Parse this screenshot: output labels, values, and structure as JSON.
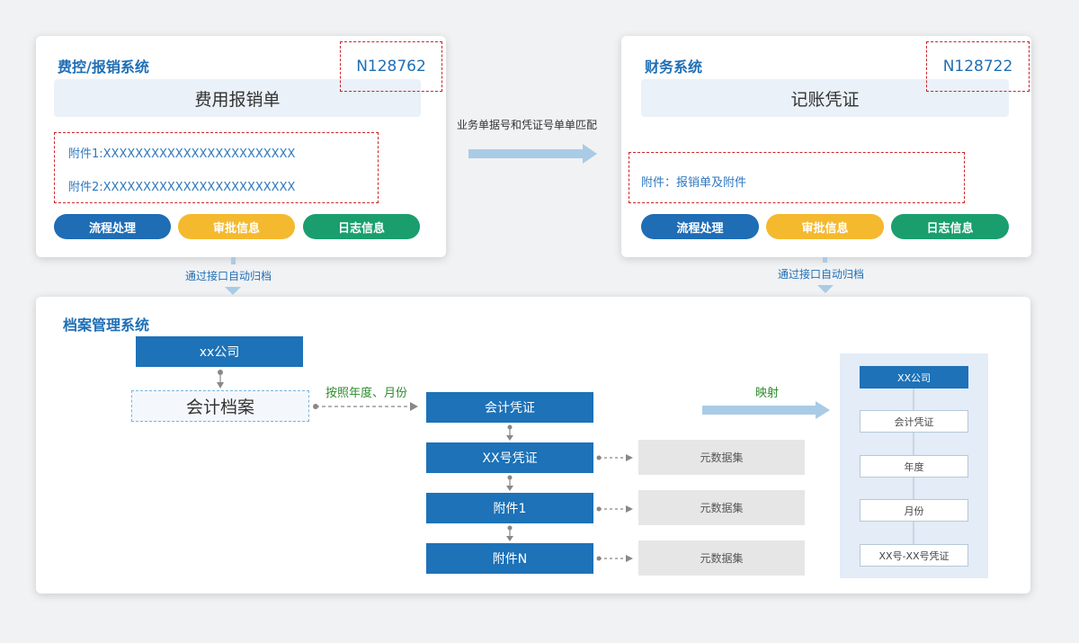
{
  "expense_system": {
    "title": "费控/报销系统",
    "doc_number": "N128762",
    "doc_type": "费用报销单",
    "attachments": [
      "附件1:XXXXXXXXXXXXXXXXXXXXXXXX",
      "附件2:XXXXXXXXXXXXXXXXXXXXXXXX"
    ],
    "buttons": {
      "process": "流程处理",
      "approval": "审批信息",
      "log": "日志信息"
    }
  },
  "finance_system": {
    "title": "财务系统",
    "doc_number": "N128722",
    "doc_type": "记账凭证",
    "attachment_text": "附件：报销单及附件",
    "buttons": {
      "process": "流程处理",
      "approval": "审批信息",
      "log": "日志信息"
    }
  },
  "match_label": "业务单据号和凭证号单单匹配",
  "archive_left_label": "通过接口自动归档",
  "archive_right_label": "通过接口自动归档",
  "archive_system": {
    "title": "档案管理系统",
    "company": "xx公司",
    "accounting_archive": "会计档案",
    "by_year_month": "按照年度、月份",
    "chain": [
      "会计凭证",
      "XX号凭证",
      "附件1",
      "附件N"
    ],
    "metadata": [
      "元数据集",
      "元数据集",
      "元数据集"
    ],
    "mapping_label": "映射",
    "tree": [
      "XX公司",
      "会计凭证",
      "年度",
      "月份",
      "XX号-XX号凭证"
    ]
  },
  "colors": {
    "primary_blue": "#1d72b8",
    "yellow": "#f4b92e",
    "green": "#1a9e6e",
    "dashed_red": "#c9252b",
    "arrow_light_blue": "#a9cbe6"
  }
}
